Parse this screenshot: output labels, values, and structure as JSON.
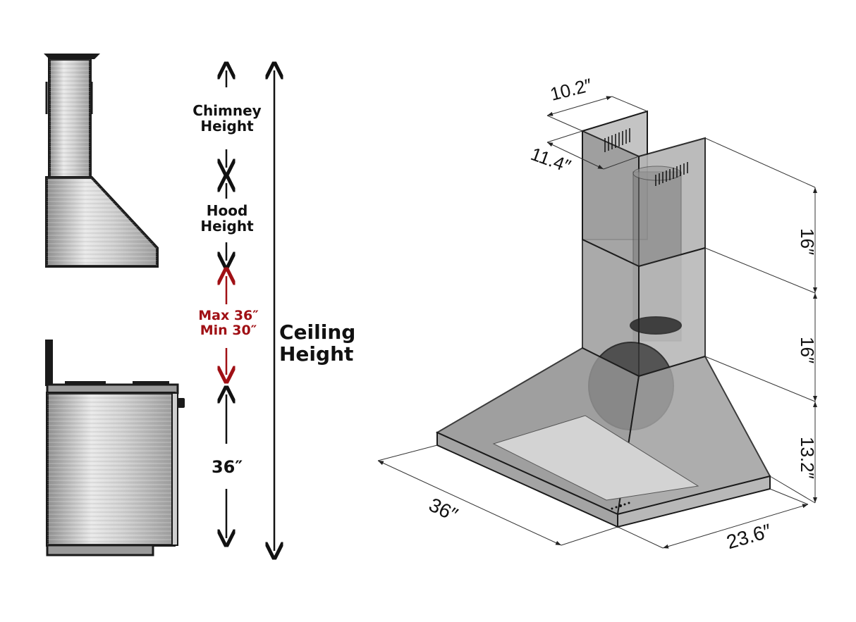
{
  "diagram": {
    "type": "product-dimension-diagram",
    "subject": "wall-mount chimney range hood",
    "side_view": {
      "labels": {
        "chimney": [
          "Chimney",
          "Height"
        ],
        "hood": [
          "Hood",
          "Height"
        ],
        "clearance": [
          "Max 36″",
          "Min 30″"
        ],
        "counter": "36″",
        "ceiling": [
          "Ceiling",
          "Height"
        ]
      },
      "colors": {
        "text": "#111111",
        "clearance": "#a01015",
        "steel_light": "#e6e6e6",
        "steel_dark": "#8a8a8a",
        "outline": "#1a1a1a"
      }
    },
    "iso_view": {
      "dimensions": {
        "chimney_width": "10.2″",
        "chimney_depth": "11.4″",
        "upper_chimney": "16″",
        "lower_chimney": "16″",
        "hood_height": "13.2″",
        "hood_width": "36″",
        "hood_depth": "23.6″"
      },
      "colors": {
        "panel": "#9c9c9c",
        "panel_light": "#c4c4c4",
        "duct": "#6e6e6e",
        "filter": "#d3d3d3",
        "line": "#222222"
      }
    }
  }
}
